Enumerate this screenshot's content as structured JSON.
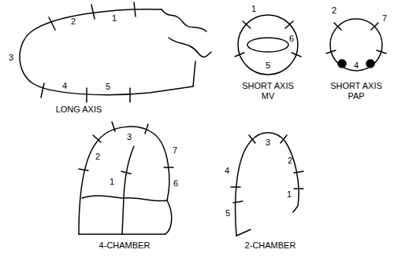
{
  "diagram": {
    "labels": [
      "2",
      "1",
      "3",
      "4",
      "5",
      "LONG AXIS",
      "1",
      "6",
      "5",
      "SHORT AXIS MV",
      "2",
      "7",
      "4",
      "SHORT AXIS PAP",
      "3",
      "2",
      "7",
      "1",
      "6",
      "4-CHAMBER",
      "3",
      "4",
      "2",
      "1",
      "5",
      "2-CHAMBER"
    ]
  }
}
